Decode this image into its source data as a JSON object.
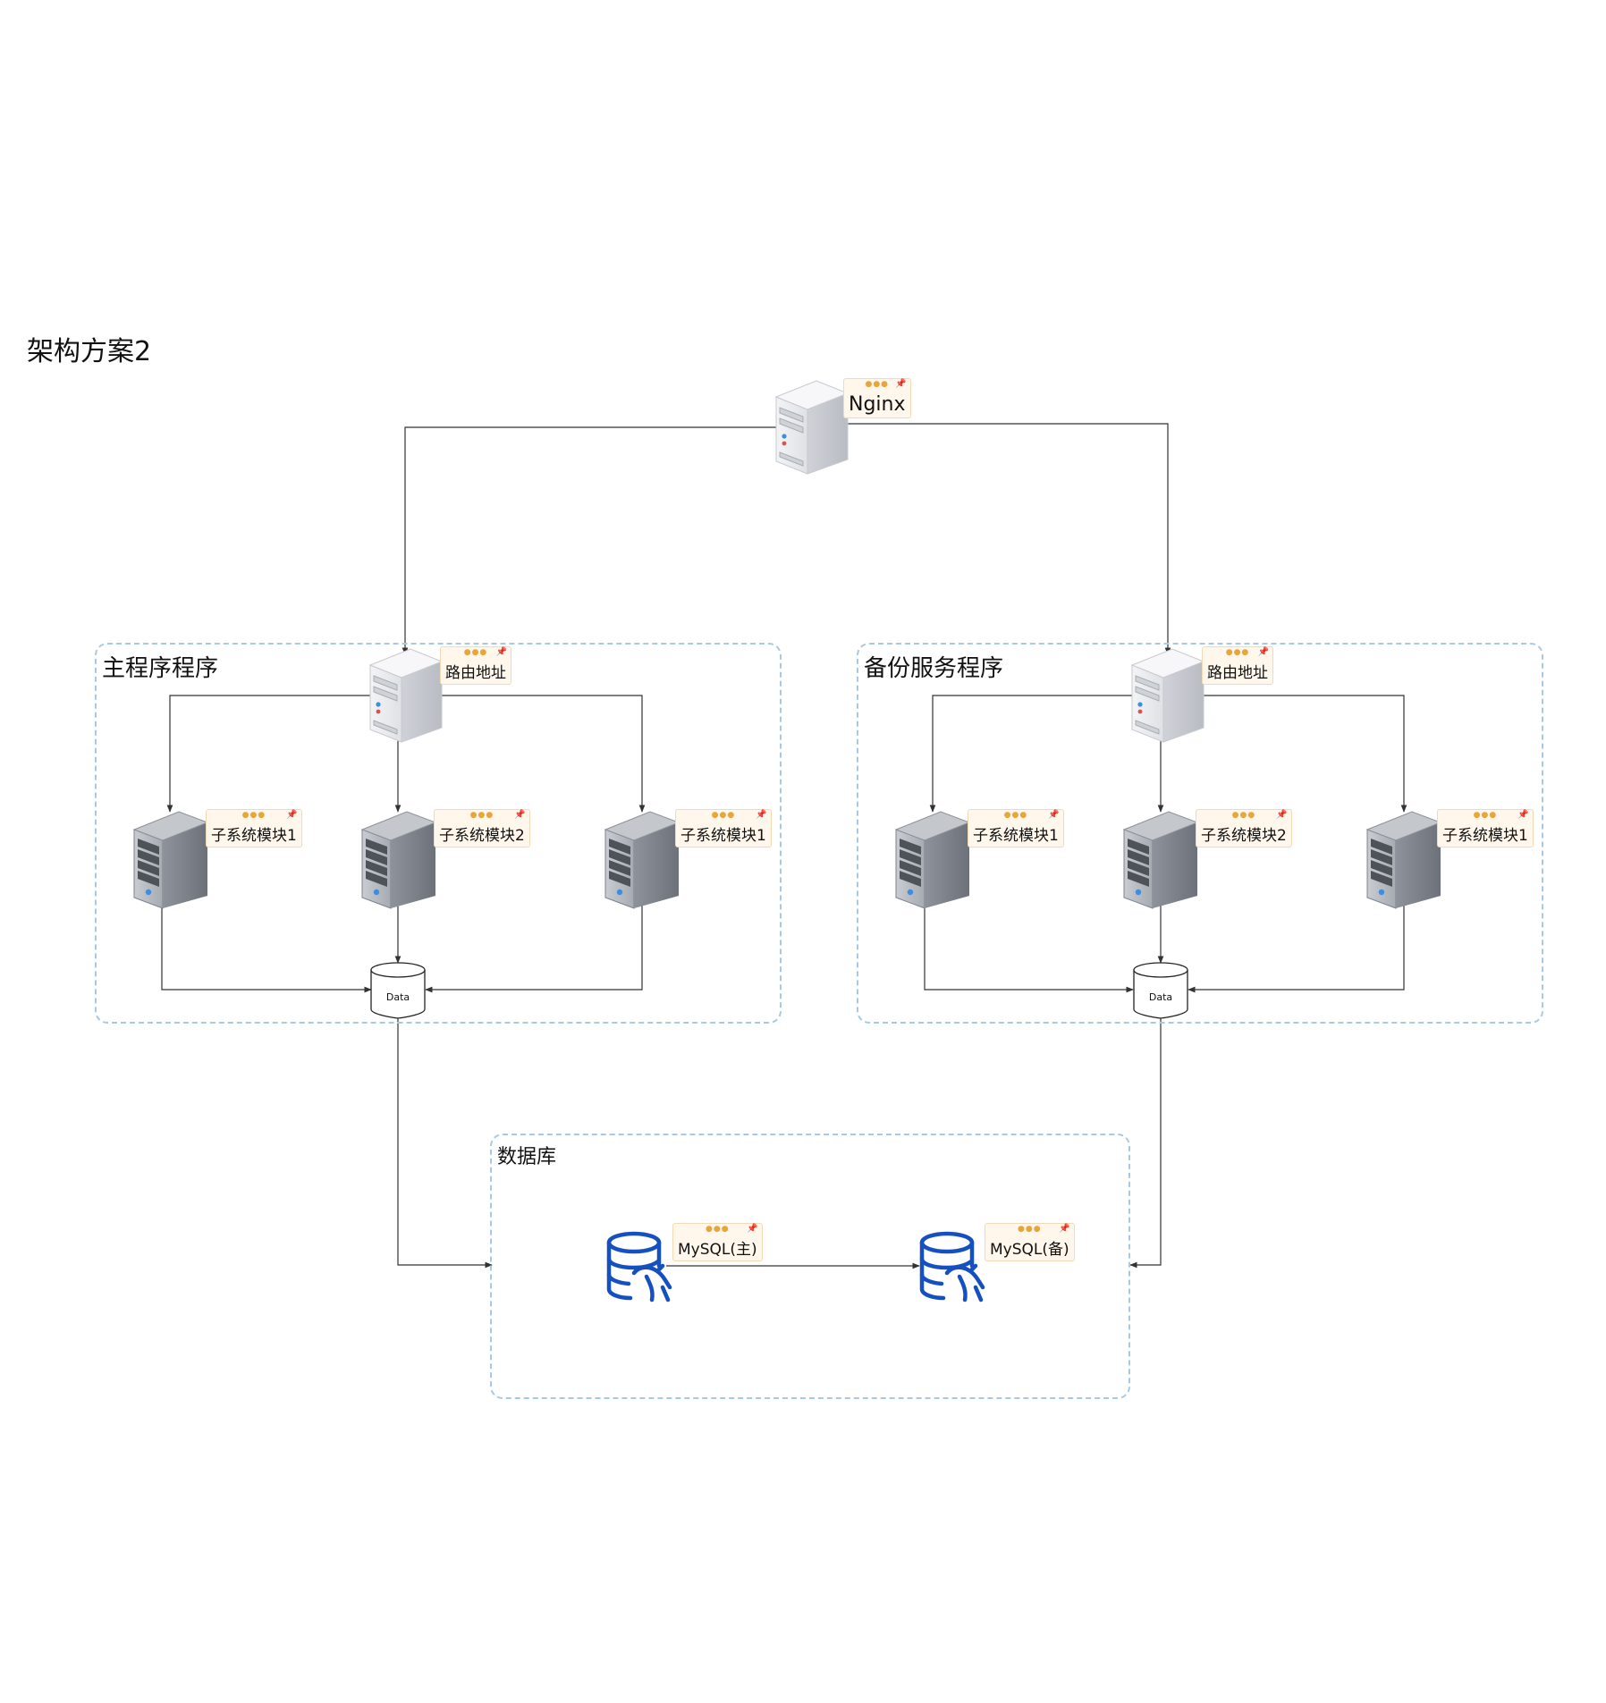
{
  "diagram_title": "架构方案2",
  "nginx": {
    "label": "Nginx",
    "icon": "server-icon"
  },
  "main_group": {
    "title": "主程序程序",
    "router_label": "路由地址",
    "modules": [
      "子系统模块1",
      "子系统模块2",
      "子系统模块1"
    ],
    "data_label": "Data"
  },
  "backup_group": {
    "title": "备份服务程序",
    "router_label": "路由地址",
    "modules": [
      "子系统模块1",
      "子系统模块2",
      "子系统模块1"
    ],
    "data_label": "Data"
  },
  "database_group": {
    "title": "数据库",
    "primary_label": "MySQL(主)",
    "standby_label": "MySQL(备)",
    "icon": "mysql-database-icon"
  },
  "colors": {
    "group_border": "#a8c9e6",
    "tag_background": "#fff7ec",
    "tag_accent": "#e8a53a",
    "mysql_blue": "#1550c0",
    "connector": "#333333"
  }
}
